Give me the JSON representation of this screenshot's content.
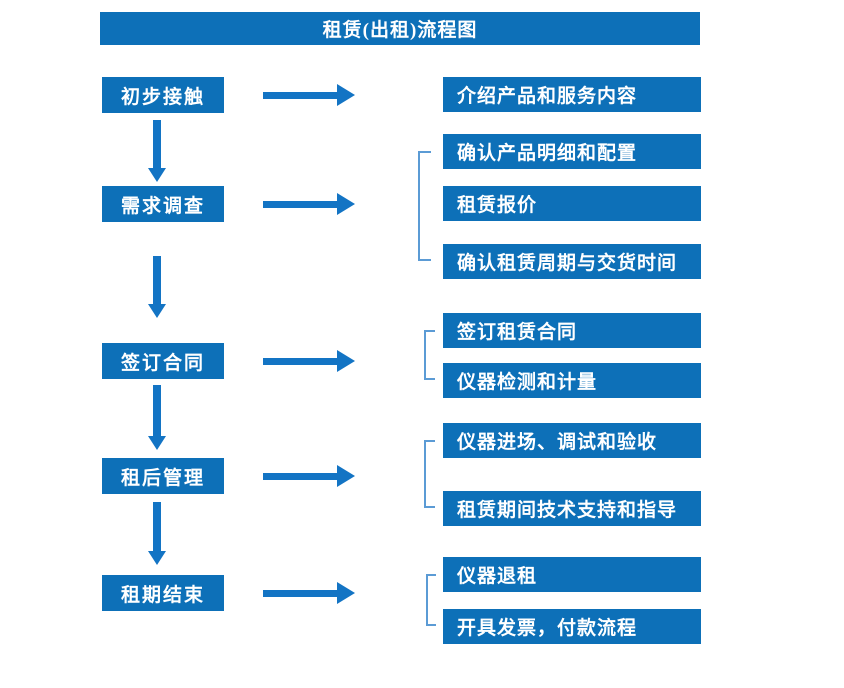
{
  "title": "租赁(出租)流程图",
  "colors": {
    "box_blue": "#0d70b8",
    "arrow_blue": "#1374c4",
    "bracket_blue": "#5b9bd5",
    "text_white": "#ffffff",
    "background": "#ffffff"
  },
  "steps": [
    {
      "label": "初步接触",
      "details": [
        "介绍产品和服务内容"
      ]
    },
    {
      "label": "需求调查",
      "details": [
        "确认产品明细和配置",
        "租赁报价",
        "确认租赁周期与交货时间"
      ]
    },
    {
      "label": "签订合同",
      "details": [
        "签订租赁合同",
        "仪器检测和计量"
      ]
    },
    {
      "label": "租后管理",
      "details": [
        "仪器进场、调试和验收",
        "租赁期间技术支持和指导"
      ]
    },
    {
      "label": "租期结束",
      "details": [
        "仪器退租",
        "开具发票，付款流程"
      ]
    }
  ]
}
